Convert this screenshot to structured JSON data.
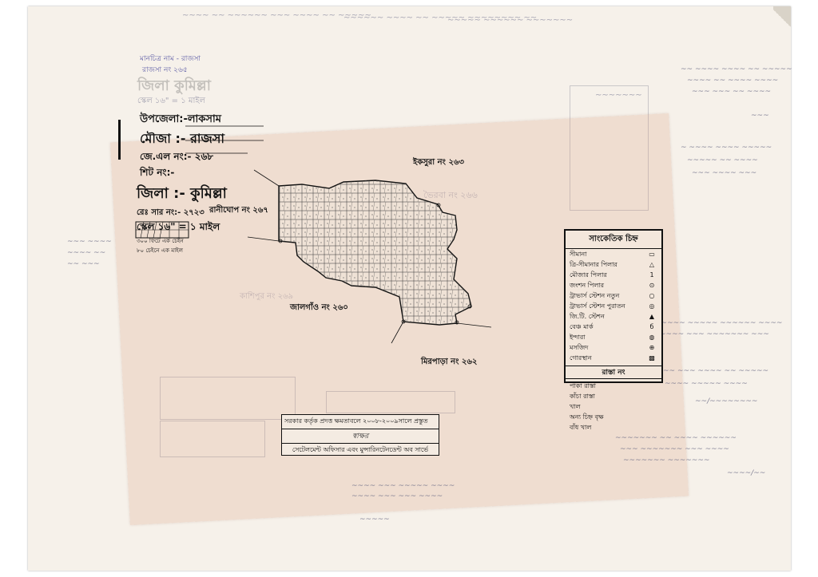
{
  "header": {
    "top_line": "মানচিত্র নাম - রাজসা",
    "mouza_line": "রাজসা নং ২৬৫",
    "faint_title": "জিলা কুমিল্লা",
    "scale_faint": "স্কেল ১৬\" = ১ মাইল"
  },
  "title_block": {
    "upazila": "উপজেলা:-লাকসাম",
    "mouza": "মৌজা :- রাজসা",
    "jl_no": "জে.এল নং:- ২৬৮",
    "sheet_no": "শিট নং:-",
    "district": "জিলা :- কুমিল্লা",
    "reg_no": "রেঃ সার নং:- ২৭২৩",
    "scale": "স্কেল ১৬\" = ১ মাইল",
    "scale_note_1": "৩০০ ফিটে এক চেইন",
    "scale_note_2": "৮০ চেইনে এক মাইল"
  },
  "neighbours": {
    "north": "ইকসুরা নং ২৬৩",
    "east_faint": "ভৈরবা নং ২৬৬",
    "west": "রানীঘোপ নং ২৬৭",
    "south_west": "জালগাঁও নং ২৬০",
    "south": "মিরপাড়া নং ২৬২",
    "west_faint": "কাশিপুর নং ২৬৯"
  },
  "legend": {
    "heading": "সাংকেতিক চিহ্ন",
    "items": [
      {
        "label": "সীমানা",
        "symbol": "▭"
      },
      {
        "label": "ত্রি-সীমানার পিলার",
        "symbol": "△"
      },
      {
        "label": "মৌজার পিলার",
        "symbol": "1"
      },
      {
        "label": "জংশন পিলার",
        "symbol": "⊙"
      },
      {
        "label": "ট্রাভার্স স্টেশন নতুন",
        "symbol": "○"
      },
      {
        "label": "ট্রাভার্স স্টেশন পুরাতন",
        "symbol": "◎"
      },
      {
        "label": "জি.টি. স্টেশন",
        "symbol": "▲"
      },
      {
        "label": "বেঞ্চ মার্ক",
        "symbol": "б"
      },
      {
        "label": "ইন্দারা",
        "symbol": "◍"
      },
      {
        "label": "মসজিদ",
        "symbol": "⊕"
      },
      {
        "label": "গোরস্থান",
        "symbol": "▩"
      }
    ],
    "sub_heading": "রাস্তা নং",
    "roads": [
      "পাকা রাস্তা",
      "কাঁচা রাস্তা",
      "খাল",
      "অন্য চিহ্ন বৃক্ষ",
      "বাঁধ খাল"
    ]
  },
  "certification": {
    "line1": "সরকার কর্তৃক প্রদত্ত ক্ষমতাবলে ২০০৮-২০০৯সালে প্রস্তুত",
    "signature": "স্বাক্ষর",
    "line2": "সেটেলমেন্ট অফিসার এবং মুন্সারিনটেনডেন্ট অব সার্ভে"
  },
  "colors": {
    "overlay": "#d69678",
    "paper": "#f6f1ea",
    "ink": "#111111",
    "faint_ink": "#8b8ba0"
  }
}
